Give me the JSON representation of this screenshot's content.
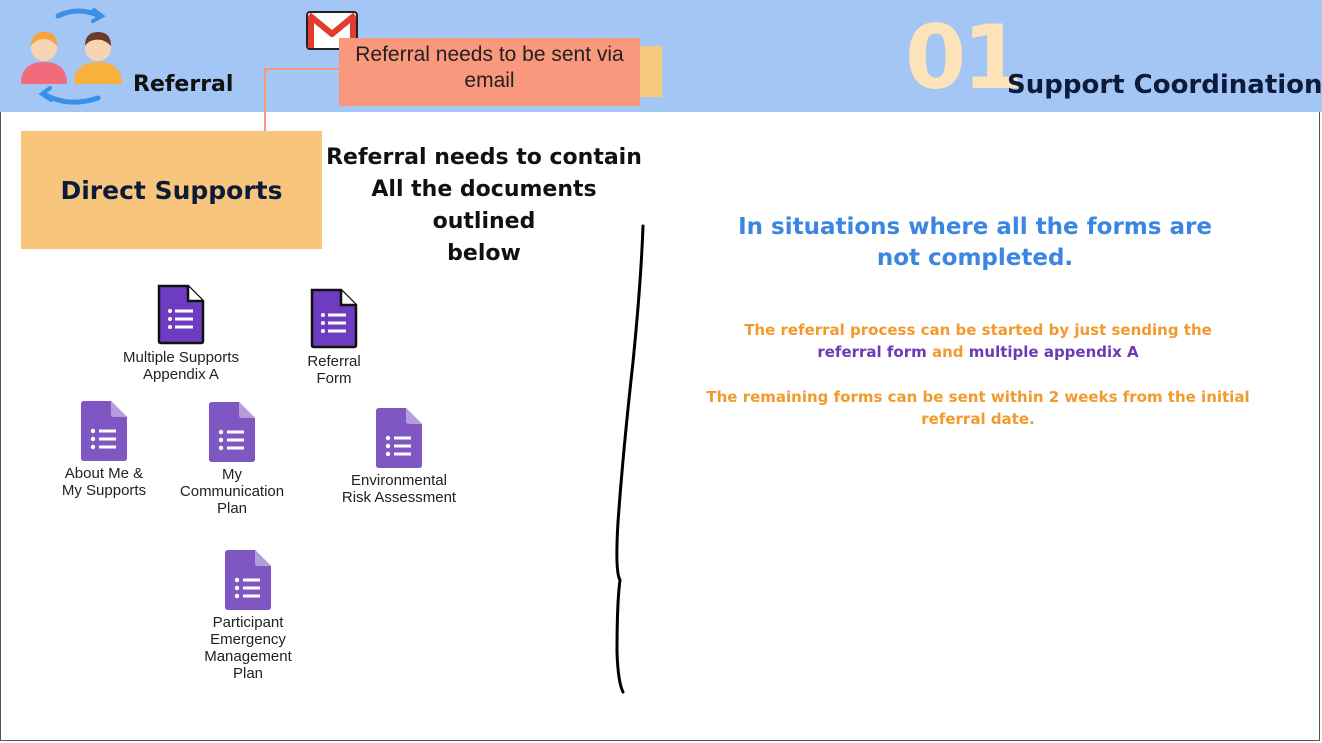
{
  "header": {
    "referral_label": "Referral",
    "section_number": "01",
    "section_title": "Support Coordination",
    "bg_color": "#a4c6f4"
  },
  "email_callout": {
    "text": "Referral needs to be sent via email",
    "icon": "gmail-icon",
    "color": "#f9987c"
  },
  "direct_supports": {
    "label": "Direct Supports",
    "color": "#f7c57b"
  },
  "contain_note": {
    "line1": "Referral needs to contain",
    "line2": "All the documents outlined",
    "line3": "below"
  },
  "documents": [
    {
      "label_line1": "Multiple Supports",
      "label_line2": "Appendix A",
      "icon": "form-document-icon"
    },
    {
      "label_line1": "Referral",
      "label_line2": "Form",
      "icon": "form-document-icon"
    },
    {
      "label_line1": "About Me &",
      "label_line2": "My Supports",
      "icon": "google-forms-icon"
    },
    {
      "label_line1": "My",
      "label_line2": "Communication",
      "label_line3": "Plan",
      "icon": "google-forms-icon"
    },
    {
      "label_line1": "Environmental",
      "label_line2": "Risk Assessment",
      "icon": "google-forms-icon"
    },
    {
      "label_line1": "Participant",
      "label_line2": "Emergency",
      "label_line3": "Management",
      "label_line4": "Plan",
      "icon": "google-forms-icon"
    }
  ],
  "situation": {
    "heading_line1": "In situations where all the forms are",
    "heading_line2": "not completed.",
    "para1_line1": "The referral process can be started by just sending the",
    "para1_form": "referral form",
    "para1_and": "and",
    "para1_appendix": "multiple appendix A",
    "para2_line1": "The remaining forms can be sent within 2 weeks from the initial",
    "para2_line2": "referral date.",
    "heading_color": "#3b86e0",
    "text_color": "#f29a2c",
    "highlight_color": "#6d3ab5"
  }
}
